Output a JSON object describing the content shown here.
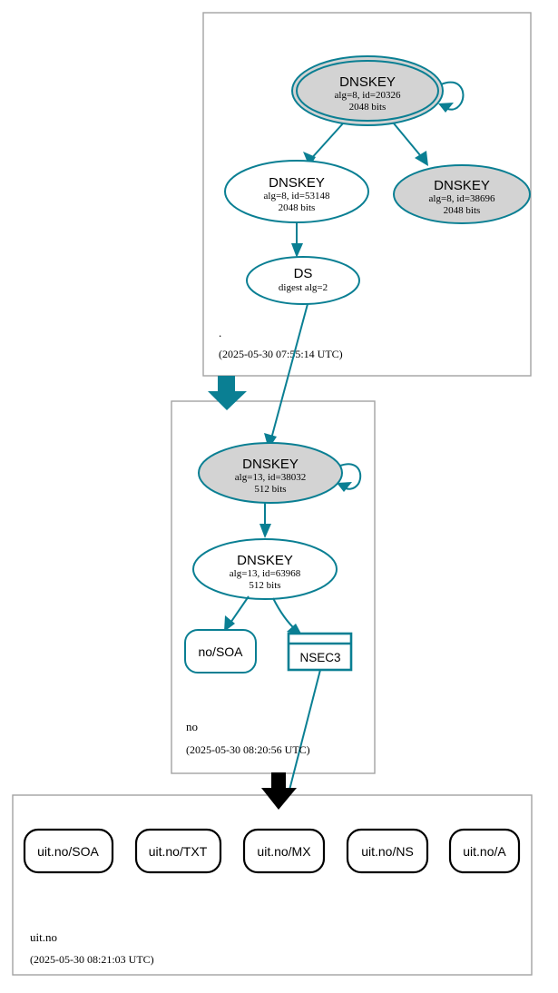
{
  "diagram": {
    "kind": "dnssec-chain-of-trust",
    "colors": {
      "secure_edge": "#0a7f93",
      "insecure_edge": "#000000",
      "node_border": "#0a7f93",
      "ksk_fill": "#d3d3d3",
      "zsk_fill": "#ffffff",
      "zone_border": "#a3a3a3",
      "unsigned_rr_border": "#000000"
    }
  },
  "zones": [
    {
      "id": "root",
      "name": ".",
      "timestamp": "(2025-05-30 07:55:14 UTC)",
      "nodes": [
        {
          "id": "root-ksk",
          "shape": "doubleellipse",
          "fill": "gray",
          "title": "DNSKEY",
          "line2": "alg=8, id=20326",
          "line3": "2048 bits",
          "self_signed": true
        },
        {
          "id": "root-zsk",
          "shape": "ellipse",
          "fill": "white",
          "title": "DNSKEY",
          "line2": "alg=8, id=53148",
          "line3": "2048 bits",
          "self_signed": false
        },
        {
          "id": "root-ksk2",
          "shape": "ellipse",
          "fill": "gray",
          "title": "DNSKEY",
          "line2": "alg=8, id=38696",
          "line3": "2048 bits",
          "self_signed": false
        },
        {
          "id": "root-ds",
          "shape": "ellipse",
          "fill": "white",
          "title": "DS",
          "line2": "digest alg=2",
          "line3": "",
          "self_signed": false
        }
      ]
    },
    {
      "id": "no",
      "name": "no",
      "timestamp": "(2025-05-30 08:20:56 UTC)",
      "nodes": [
        {
          "id": "no-ksk",
          "shape": "ellipse",
          "fill": "gray",
          "title": "DNSKEY",
          "line2": "alg=13, id=38032",
          "line3": "512 bits",
          "self_signed": true
        },
        {
          "id": "no-zsk",
          "shape": "ellipse",
          "fill": "white",
          "title": "DNSKEY",
          "line2": "alg=13, id=63968",
          "line3": "512 bits",
          "self_signed": false
        },
        {
          "id": "no-soa",
          "shape": "roundrect",
          "fill": "white",
          "title": "no/SOA",
          "line2": "",
          "line3": "",
          "self_signed": false
        },
        {
          "id": "no-nsec3",
          "shape": "record",
          "fill": "white",
          "title": "NSEC3",
          "line2": "",
          "line3": "",
          "self_signed": false
        }
      ]
    },
    {
      "id": "uitno",
      "name": "uit.no",
      "timestamp": "(2025-05-30 08:21:03 UTC)",
      "nodes": [
        {
          "id": "uitno-soa",
          "shape": "roundrect",
          "fill": "white",
          "title": "uit.no/SOA",
          "line2": "",
          "line3": "",
          "self_signed": false
        },
        {
          "id": "uitno-txt",
          "shape": "roundrect",
          "fill": "white",
          "title": "uit.no/TXT",
          "line2": "",
          "line3": "",
          "self_signed": false
        },
        {
          "id": "uitno-mx",
          "shape": "roundrect",
          "fill": "white",
          "title": "uit.no/MX",
          "line2": "",
          "line3": "",
          "self_signed": false
        },
        {
          "id": "uitno-ns",
          "shape": "roundrect",
          "fill": "white",
          "title": "uit.no/NS",
          "line2": "",
          "line3": "",
          "self_signed": false
        },
        {
          "id": "uitno-a",
          "shape": "roundrect",
          "fill": "white",
          "title": "uit.no/A",
          "line2": "",
          "line3": "",
          "self_signed": false
        }
      ]
    }
  ]
}
